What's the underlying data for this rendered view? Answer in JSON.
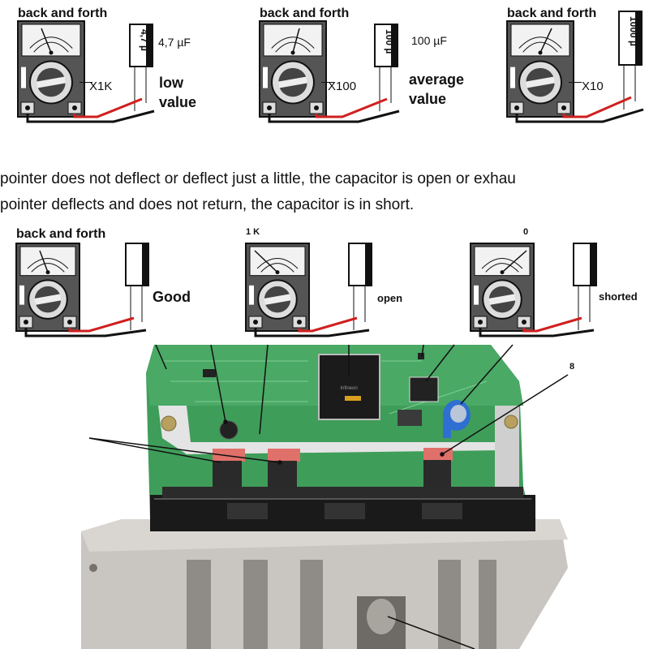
{
  "top_row": [
    {
      "header": "back and forth",
      "range": "X1K",
      "cap_label": "4,7 µF",
      "cap_value": "4,7 µ",
      "value_line1": "low",
      "value_line2": "value"
    },
    {
      "header": "back and forth",
      "range": "X100",
      "cap_label": "100 µF",
      "cap_value": "100 µ",
      "value_line1": "average",
      "value_line2": "value"
    },
    {
      "header": "back and forth",
      "range": "X10",
      "cap_label": "",
      "cap_value": "1000 µ",
      "value_line1": "",
      "value_line2": ""
    }
  ],
  "instructions": {
    "line1": "pointer does not deflect or deflect just a little, the capacitor is open or exhau",
    "line2": "pointer deflects and does not return, the capacitor is in short."
  },
  "bottom_row": [
    {
      "header": "back and forth",
      "result": "Good"
    },
    {
      "header": "1 K",
      "result": "open"
    },
    {
      "header": "0",
      "result": "shorted"
    }
  ],
  "photo": {
    "callout": "8"
  },
  "colors": {
    "pcb_green": "#3f9d5a",
    "heatsink": "#c9c6c1",
    "probe_red": "#d11f1f",
    "probe_black": "#111111"
  }
}
